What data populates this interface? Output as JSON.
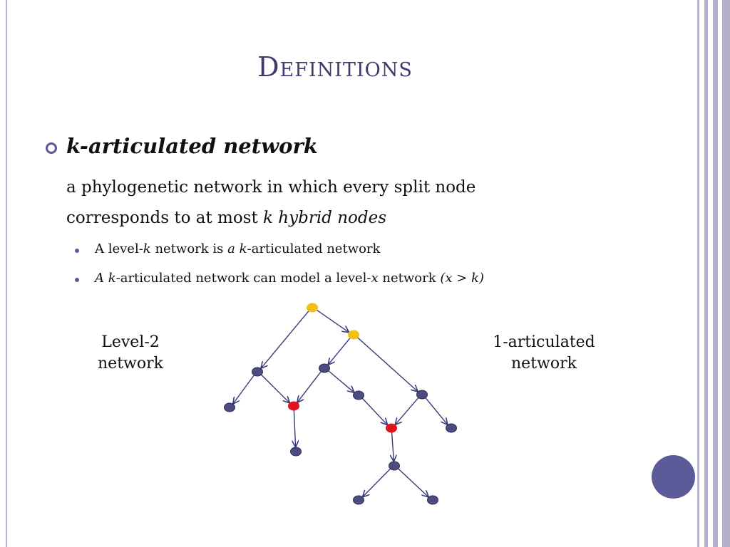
{
  "slide": {
    "title": "Definitions",
    "heading": "k-articulated network",
    "definition_line1": "a phylogenetic network in which every split node",
    "definition_line2_plain": "corresponds to at most ",
    "definition_line2_italic": "k hybrid nodes",
    "bullets": [
      {
        "p1": "A level-",
        "i1": "k",
        "p2": " network is ",
        "i2": "a k",
        "p3": "-articulated network",
        "i3": ""
      },
      {
        "p1": "",
        "i1": "A k",
        "p2": "-articulated network can model a level-",
        "i2": "x",
        "p3": " network ",
        "i3": "(x > k)"
      }
    ],
    "left_label_line1": "Level-2",
    "left_label_line2": "network",
    "right_label_line1": "1-articulated",
    "right_label_line2": "network"
  },
  "colors": {
    "title": "#3c3b6e",
    "node": "#4d4c80",
    "node_outline": "#2b2a55",
    "split_node": "#f2c011",
    "hybrid_node": "#e0141c",
    "edge": "#3a3a78",
    "accent": "#5b5b9a"
  }
}
